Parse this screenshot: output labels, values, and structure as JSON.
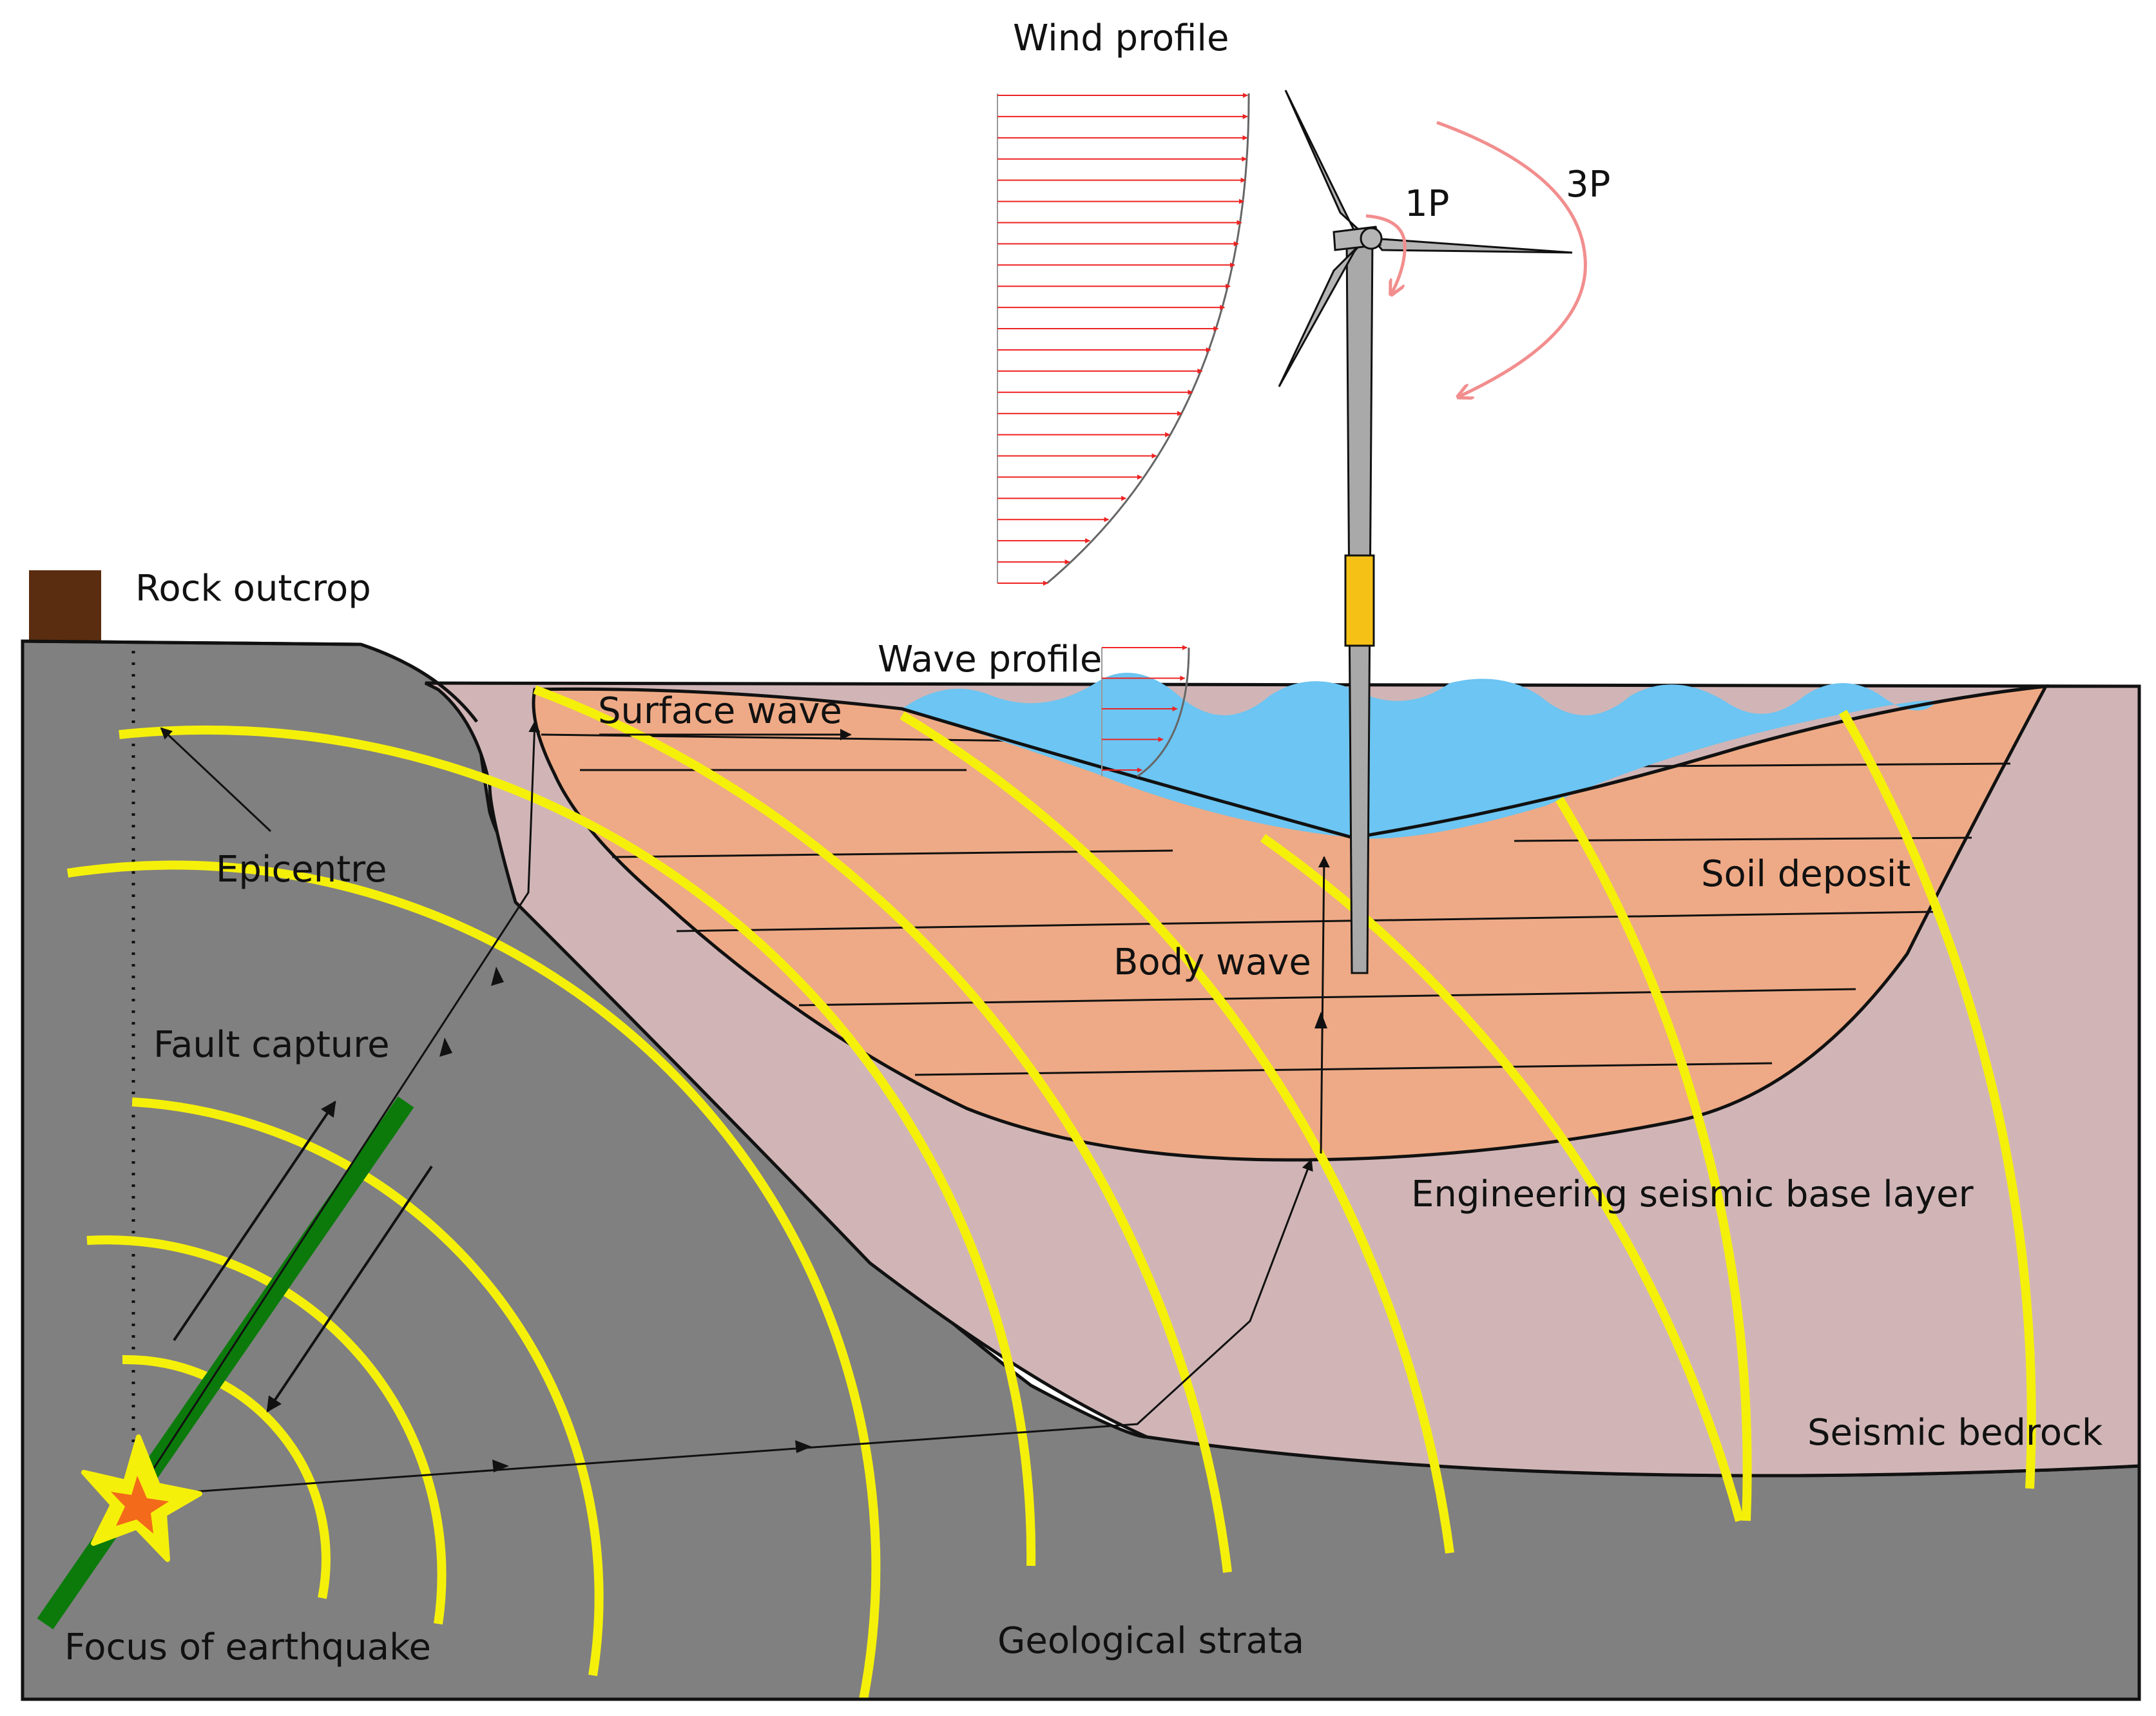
{
  "labels": {
    "wind_profile": "Wind profile",
    "one_p": "1P",
    "three_p": "3P",
    "rock_outcrop": "Rock outcrop",
    "wave_profile": "Wave profile",
    "surface_wave": "Surface wave",
    "epicentre": "Epicentre",
    "soil_deposit": "Soil deposit",
    "body_wave": "Body wave",
    "fault_capture": "Fault capture",
    "engineering_seismic_base_layer": "Engineering seismic base layer",
    "seismic_bedrock": "Seismic bedrock",
    "focus_of_earthquake": "Focus of earthquake",
    "geological_strata": "Geological strata"
  },
  "colors": {
    "bedrock": "#808080",
    "base_layer": "#d1b5b6",
    "soil": "#eeaa86",
    "sea": "#6cc5f2",
    "wavefront": "#f5f00a",
    "fault": "#0b7a0b",
    "outcrop": "#5a2d10",
    "tower": "#a9a9a9",
    "transition_piece": "#f5c116",
    "profile_arrow": "#ee2222",
    "rotation_arrow": "#f28e8e",
    "star_outer": "#f5f00a",
    "star_inner": "#f26a1a"
  },
  "icons": {
    "turbine": "wind-turbine-icon",
    "focus": "star-burst-icon"
  }
}
